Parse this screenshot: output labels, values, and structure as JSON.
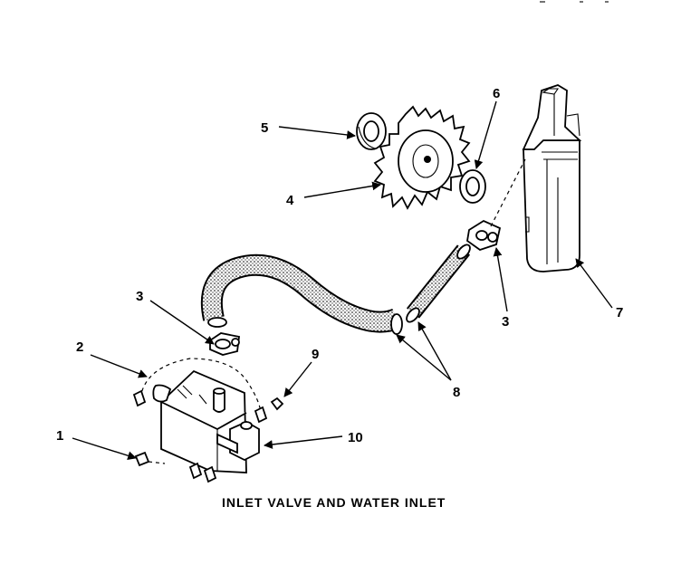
{
  "diagram": {
    "caption": "INLET VALVE AND WATER INLET",
    "callouts": [
      {
        "id": "c1",
        "label": "1"
      },
      {
        "id": "c2",
        "label": "2"
      },
      {
        "id": "c3a",
        "label": "3"
      },
      {
        "id": "c3b",
        "label": "3"
      },
      {
        "id": "c4",
        "label": "4"
      },
      {
        "id": "c5",
        "label": "5"
      },
      {
        "id": "c6",
        "label": "6"
      },
      {
        "id": "c7",
        "label": "7"
      },
      {
        "id": "c8",
        "label": "8"
      },
      {
        "id": "c9",
        "label": "9"
      },
      {
        "id": "c10",
        "label": "10"
      }
    ]
  }
}
